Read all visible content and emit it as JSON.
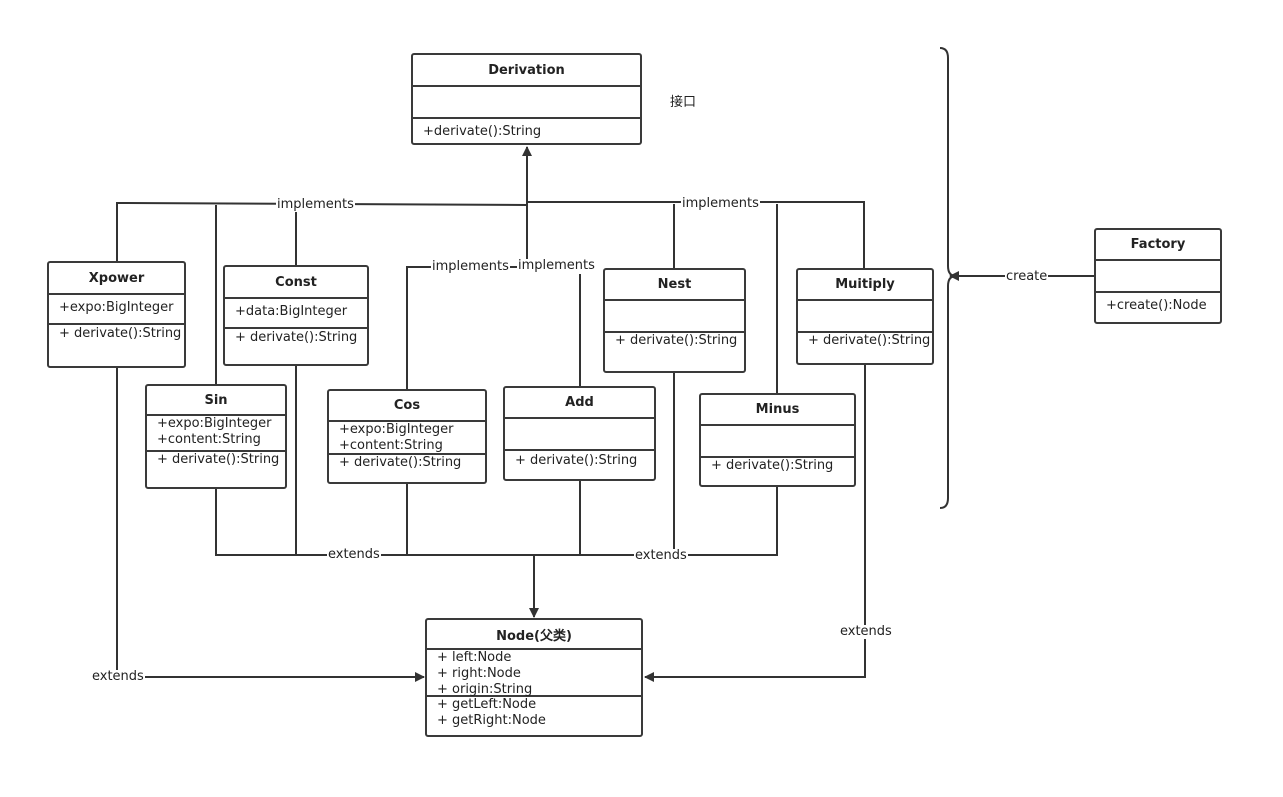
{
  "classes": {
    "derivation": {
      "name": "Derivation",
      "attributes": [],
      "methods": [
        "+derivate():String"
      ]
    },
    "xpower": {
      "name": "Xpower",
      "attributes": [
        "+expo:BigInteger"
      ],
      "methods": [
        "+ derivate():String"
      ]
    },
    "const": {
      "name": "Const",
      "attributes": [
        "+data:BigInteger"
      ],
      "methods": [
        "+ derivate():String"
      ]
    },
    "sin": {
      "name": "Sin",
      "attributes": [
        "+expo:BigInteger",
        "+content:String"
      ],
      "methods": [
        "+ derivate():String"
      ]
    },
    "cos": {
      "name": "Cos",
      "attributes": [
        "+expo:BigInteger",
        "+content:String"
      ],
      "methods": [
        "+ derivate():String"
      ]
    },
    "add": {
      "name": "Add",
      "attributes": [],
      "methods": [
        "+ derivate():String"
      ]
    },
    "nest": {
      "name": "Nest",
      "attributes": [],
      "methods": [
        "+ derivate():String"
      ]
    },
    "minus": {
      "name": "Minus",
      "attributes": [],
      "methods": [
        "+ derivate():String"
      ]
    },
    "muitiply": {
      "name": "Muitiply",
      "attributes": [],
      "methods": [
        "+ derivate():String"
      ]
    },
    "factory": {
      "name": "Factory",
      "attributes": [],
      "methods": [
        "+create():Node"
      ]
    },
    "node": {
      "name": "Node(父类)",
      "attributes": [
        "+ left:Node",
        "+ right:Node",
        "+ origin:String"
      ],
      "methods": [
        "+ getLeft:Node",
        "+ getRight:Node"
      ]
    }
  },
  "labels": {
    "implements": "implements",
    "extends": "extends",
    "create": "create",
    "interface_note": "接口"
  },
  "colors": {
    "line": "#333333",
    "border": "#3a3a3a",
    "background": "#ffffff"
  }
}
